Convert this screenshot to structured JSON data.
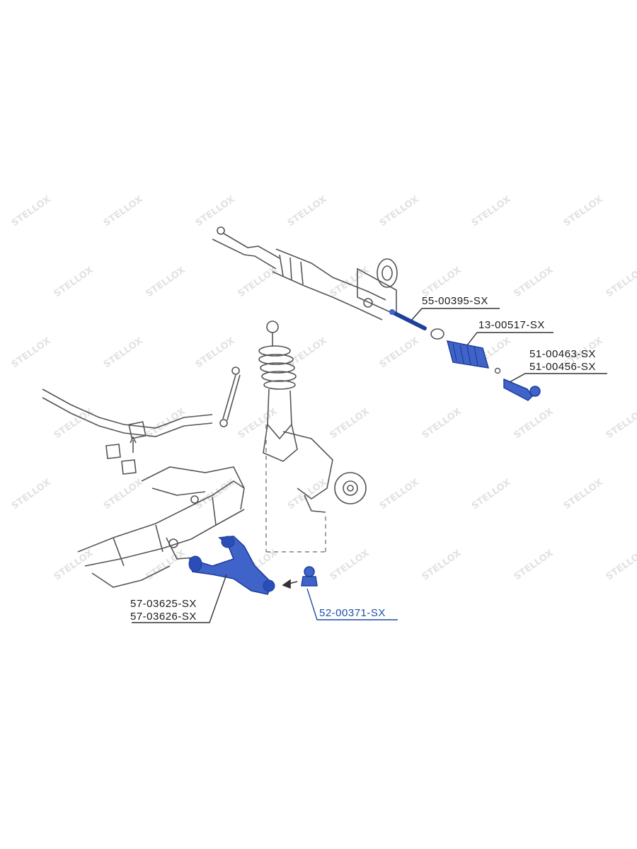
{
  "watermark": {
    "text": "STELLOX",
    "color": "#e2e2e2"
  },
  "colors": {
    "line": "#555555",
    "highlight": "#3f63c8",
    "highlight_dark": "#1e3f9a",
    "label_highlight": "#1e4fa8"
  },
  "callouts": [
    {
      "id": "tie-rod-axial",
      "part_numbers": [
        "55-00395-SX"
      ],
      "highlighted": true
    },
    {
      "id": "steering-boot",
      "part_numbers": [
        "13-00517-SX"
      ],
      "highlighted": true
    },
    {
      "id": "tie-rod-end",
      "part_numbers": [
        "51-00463-SX",
        "51-00456-SX"
      ],
      "highlighted": true
    },
    {
      "id": "control-arm",
      "part_numbers": [
        "57-03625-SX",
        "57-03626-SX"
      ],
      "highlighted": true
    },
    {
      "id": "ball-joint",
      "part_numbers": [
        "52-00371-SX"
      ],
      "highlighted": true,
      "label_color": "blue"
    }
  ]
}
